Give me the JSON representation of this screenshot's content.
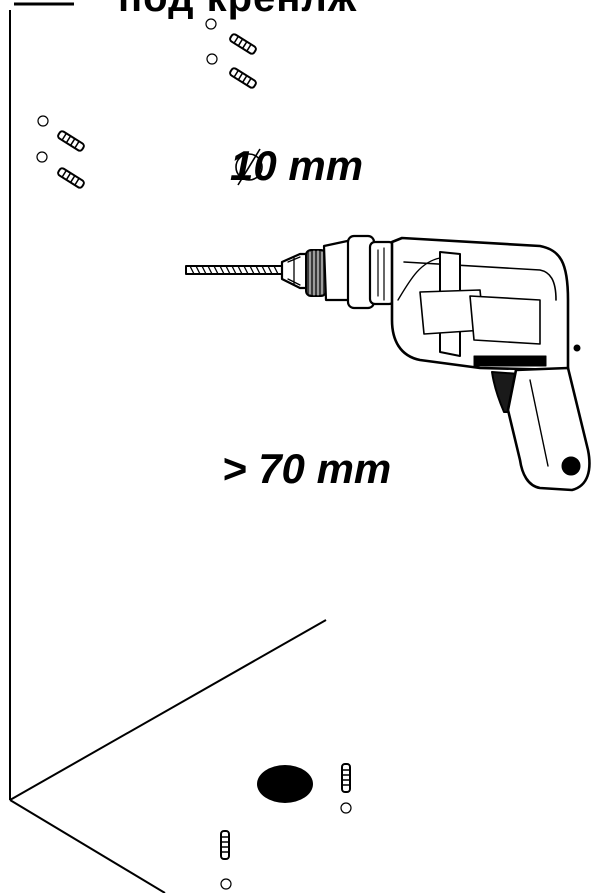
{
  "header": {
    "text": "под кренлж"
  },
  "annotations": {
    "diameter_symbol_icon": "diameter-icon",
    "diameter_value": "10 mm",
    "depth_value": "> 70 mm"
  },
  "colors": {
    "ink": "#000000",
    "paper": "#ffffff"
  }
}
